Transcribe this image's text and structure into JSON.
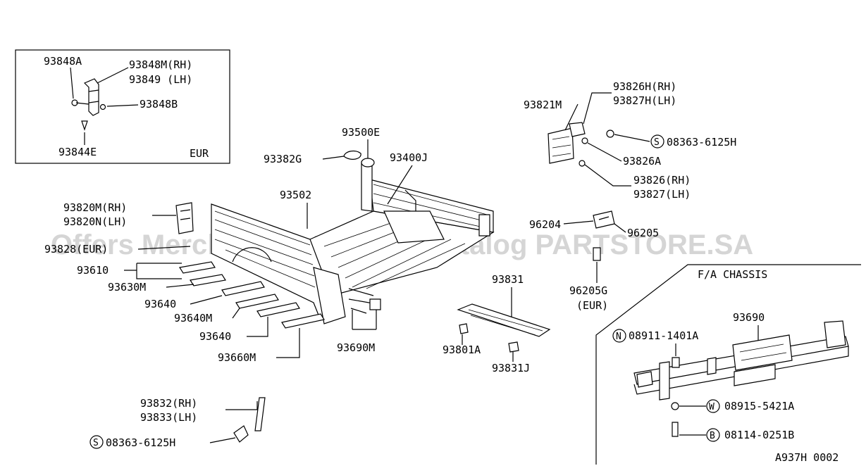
{
  "watermark": "Offers Merchant Auto Parts Catalog PARTSTORE.SA",
  "diagram_code": "A937H 0002",
  "inset": {
    "region": "EUR",
    "labels": [
      "93848A",
      "93848M(RH)",
      "93849  (LH)",
      "93848B",
      "93844E"
    ]
  },
  "chassis_section": {
    "title": "F/A CHASSIS",
    "part_93690": "93690",
    "fasteners": [
      {
        "prefix": "N",
        "part": "08911-1401A"
      },
      {
        "prefix": "W",
        "part": "08915-5421A"
      },
      {
        "prefix": "B",
        "part": "08114-0251B"
      }
    ]
  },
  "labels": {
    "p93500E": "93500E",
    "p93382G": "93382G",
    "p93400J": "93400J",
    "p93502": "93502",
    "p93820M": "93820M(RH)",
    "p93820N": "93820N(LH)",
    "p93828": "93828(EUR)",
    "p93610": "93610",
    "p93630M": "93630M",
    "p93640a": "93640",
    "p93640M": "93640M",
    "p93640b": "93640",
    "p93660M": "93660M",
    "p93690M": "93690M",
    "p93831": "93831",
    "p93801A": "93801A",
    "p93831J": "93831J",
    "p93832": "93832(RH)",
    "p93833": "93833(LH)",
    "p08363b": "08363-6125H",
    "p93821M": "93821M",
    "p93826H": "93826H(RH)",
    "p93827H": "93827H(LH)",
    "p08363a": "08363-6125H",
    "p93826A": "93826A",
    "p93826": "93826(RH)",
    "p93827": "93827(LH)",
    "p96204": "96204",
    "p96205": "96205",
    "p96205G": "96205G",
    "p96205Geur": "(EUR)"
  },
  "circle_prefix": {
    "s1": "S",
    "s2": "S"
  }
}
